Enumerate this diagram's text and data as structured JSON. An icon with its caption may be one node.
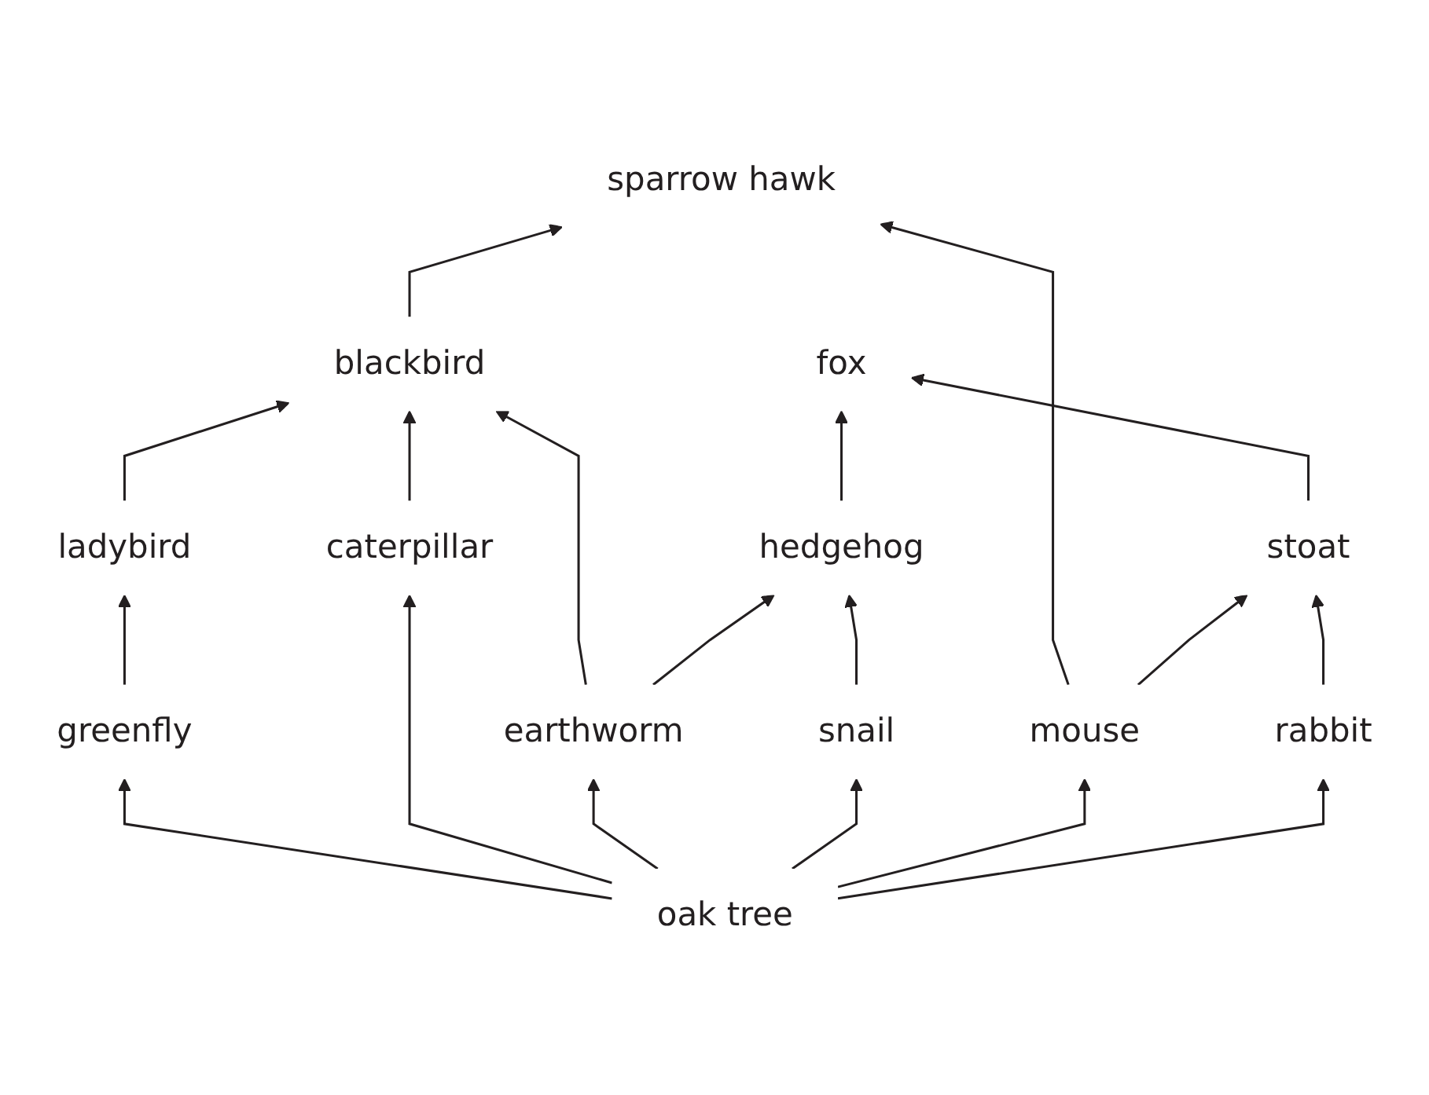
{
  "diagram": {
    "nodes": [
      {
        "text": [
          "sparrow hawk"
        ]
      },
      {
        "text": [
          "blackbird"
        ]
      },
      {
        "text": [
          "fox"
        ]
      },
      {
        "text": [
          "ladybird"
        ]
      },
      {
        "text": [
          "hedgehog"
        ]
      },
      {
        "text": [
          "stoat"
        ]
      },
      {
        "text": [
          "caterpillar"
        ]
      },
      {
        "text": [
          "earthworm"
        ]
      },
      {
        "text": [
          "mouse"
        ]
      },
      {
        "text": [
          "rabbit"
        ]
      },
      {
        "text": [
          "greenfly"
        ]
      },
      {
        "text": [
          "snail"
        ]
      },
      {
        "text": [
          "oak tree"
        ]
      }
    ],
    "edges": [
      {
        "from": 12,
        "to": 10,
        "arrow": "to"
      },
      {
        "from": 12,
        "to": 6,
        "arrow": "to"
      },
      {
        "from": 12,
        "to": 7,
        "arrow": "to"
      },
      {
        "from": 12,
        "to": 11,
        "arrow": "to"
      },
      {
        "from": 12,
        "to": 8,
        "arrow": "to"
      },
      {
        "from": 12,
        "to": 9,
        "arrow": "to"
      },
      {
        "from": 10,
        "to": 3,
        "arrow": "to"
      },
      {
        "from": 3,
        "to": 1,
        "arrow": "to"
      },
      {
        "from": 6,
        "to": 1,
        "arrow": "to"
      },
      {
        "from": 7,
        "to": 1,
        "arrow": "to"
      },
      {
        "from": 7,
        "to": 4,
        "arrow": "to"
      },
      {
        "from": 11,
        "to": 4,
        "arrow": "to"
      },
      {
        "from": 4,
        "to": 2,
        "arrow": "to"
      },
      {
        "from": 8,
        "to": 0,
        "arrow": "to"
      },
      {
        "from": 8,
        "to": 5,
        "arrow": "to"
      },
      {
        "from": 9,
        "to": 5,
        "arrow": "to"
      },
      {
        "from": 5,
        "to": 2,
        "arrow": "to"
      },
      {
        "from": 1,
        "to": 0,
        "arrow": "to"
      }
    ]
  }
}
